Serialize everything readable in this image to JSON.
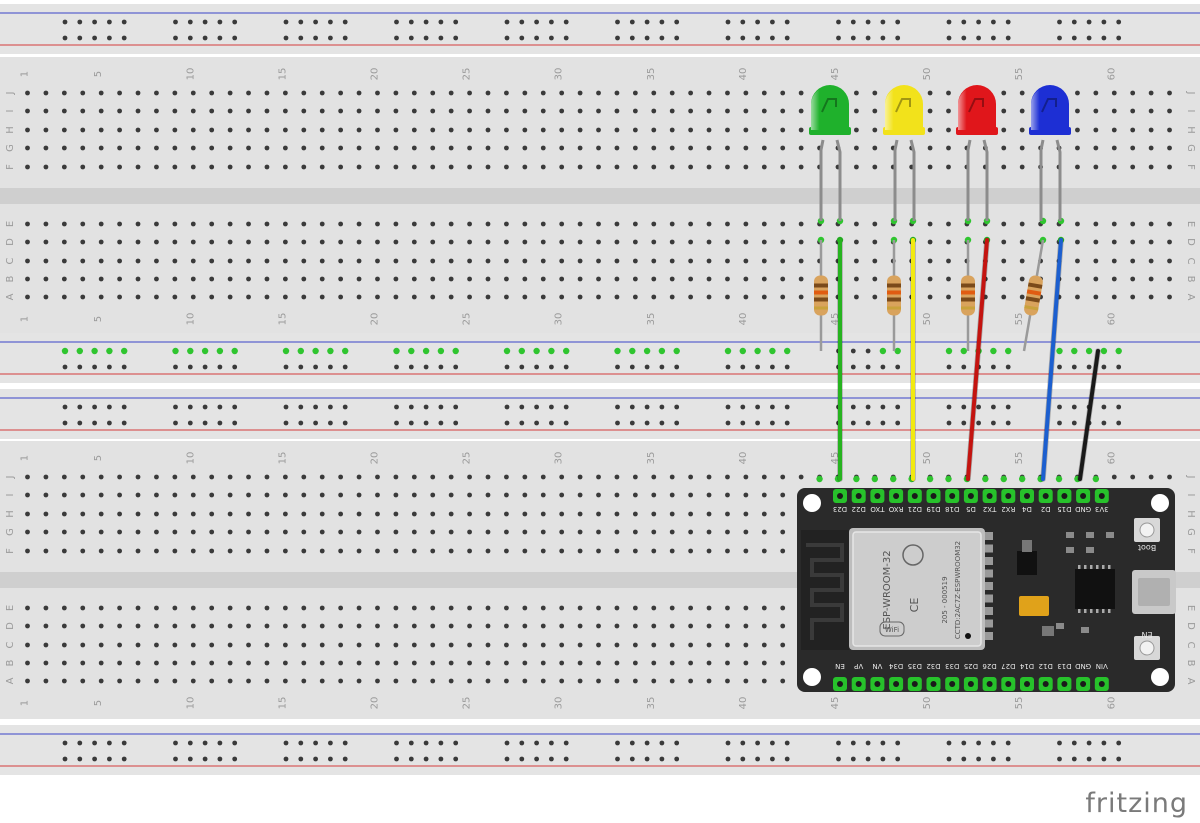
{
  "app": {
    "brand": "fritzing"
  },
  "breadboard_top": {
    "column_numbers": [
      "1",
      "5",
      "10",
      "15",
      "20",
      "25",
      "30",
      "35",
      "40",
      "45",
      "50",
      "55",
      "60"
    ],
    "row_letters_upper": [
      "J",
      "I",
      "H",
      "G",
      "F"
    ],
    "row_letters_lower": [
      "E",
      "D",
      "C",
      "B",
      "A"
    ]
  },
  "breadboard_bottom": {
    "column_numbers": [
      "1",
      "5",
      "10",
      "15",
      "20",
      "25",
      "30",
      "35",
      "40",
      "45",
      "50",
      "55",
      "60"
    ],
    "row_letters_upper": [
      "J",
      "I",
      "H",
      "G",
      "F"
    ],
    "row_letters_lower": [
      "E",
      "D",
      "C",
      "B",
      "A"
    ]
  },
  "leds": [
    {
      "name": "led-green",
      "color": "#1fb12c"
    },
    {
      "name": "led-yellow",
      "color": "#f2e21b"
    },
    {
      "name": "led-red",
      "color": "#e0161b"
    },
    {
      "name": "led-blue",
      "color": "#1d2fd4"
    }
  ],
  "wires": [
    {
      "name": "wire-green",
      "color": "#27b320"
    },
    {
      "name": "wire-yellow",
      "color": "#f2ea10"
    },
    {
      "name": "wire-red",
      "color": "#c41410"
    },
    {
      "name": "wire-blue",
      "color": "#1c5fcf"
    },
    {
      "name": "wire-black",
      "color": "#1a1a1a"
    }
  ],
  "esp32": {
    "top_pins": [
      "D23",
      "D22",
      "TXO",
      "RXO",
      "D21",
      "D19",
      "D18",
      "D5",
      "TX2",
      "RX2",
      "D4",
      "D2",
      "D15",
      "GND",
      "3V3"
    ],
    "bottom_pins": [
      "EN",
      "VP",
      "VN",
      "D34",
      "D35",
      "D32",
      "D33",
      "D25",
      "D26",
      "D27",
      "D14",
      "D12",
      "D13",
      "GND",
      "VIN"
    ],
    "module_label": "ESP-WROOM-32",
    "module_label2": "CCTD:2AC7Z-ESPWROOM32",
    "module_label3": "205 - 000519",
    "wifi_label": "WiFi",
    "boot_label": "Boot",
    "en_label": "EN",
    "ce_label": "CE"
  }
}
